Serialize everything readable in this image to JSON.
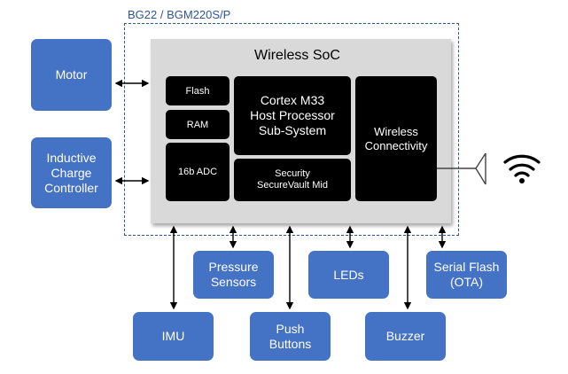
{
  "module_label": "BG22 / BGM220S/P",
  "soc": {
    "title": "Wireless SoC",
    "flash": "Flash",
    "ram": "RAM",
    "adc": "16b ADC",
    "cpu": "Cortex M33\nHost Processor\nSub-System",
    "security": "Security\nSecureVault Mid",
    "wireless": "Wireless\nConnectivity"
  },
  "peripherals": {
    "motor": "Motor",
    "charge": "Inductive\nCharge\nController",
    "pressure": "Pressure\nSensors",
    "leds": "LEDs",
    "serial_flash": "Serial Flash\n(OTA)",
    "imu": "IMU",
    "push_buttons": "Push\nButtons",
    "buzzer": "Buzzer"
  },
  "colors": {
    "peripheral_fill": "#4472c4",
    "soc_fill": "#d9d9d9",
    "block_fill": "#000000",
    "module_border": "#2f5597"
  },
  "icons": [
    "antenna-icon",
    "wifi-icon"
  ]
}
